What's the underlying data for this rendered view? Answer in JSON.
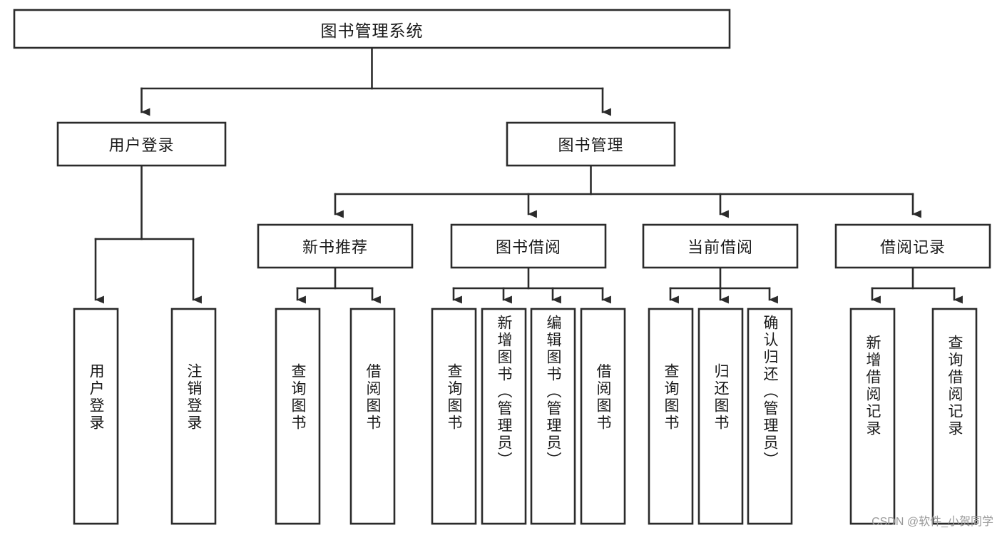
{
  "diagram": {
    "type": "tree-hierarchy",
    "title": "图书管理系统",
    "watermark": "CSDN @软件_小贺同学",
    "colors": {
      "box_stroke": "#2b2b2b",
      "box_fill": "#ffffff",
      "connector": "#2b2b2b",
      "text": "#1a1a1a",
      "watermark": "#9a9a9a",
      "background": "#ffffff"
    },
    "root": {
      "label": "图书管理系统"
    },
    "level2": [
      {
        "label": "用户登录"
      },
      {
        "label": "图书管理"
      }
    ],
    "level3": [
      {
        "label": "新书推荐"
      },
      {
        "label": "图书借阅"
      },
      {
        "label": "当前借阅"
      },
      {
        "label": "借阅记录"
      }
    ],
    "leaves": {
      "user_login": [
        {
          "label": "用户登录"
        },
        {
          "label": "注销登录"
        }
      ],
      "new_book_recommend": [
        {
          "label": "查询图书"
        },
        {
          "label": "借阅图书"
        }
      ],
      "book_borrow": [
        {
          "label": "查询图书"
        },
        {
          "label": "新增图书（管理员）"
        },
        {
          "label": "编辑图书（管理员）"
        },
        {
          "label": "借阅图书"
        }
      ],
      "current_borrow": [
        {
          "label": "查询图书"
        },
        {
          "label": "归还图书"
        },
        {
          "label": "确认归还（管理员）"
        }
      ],
      "borrow_record": [
        {
          "label": "新增借阅记录"
        },
        {
          "label": "查询借阅记录"
        }
      ]
    }
  }
}
